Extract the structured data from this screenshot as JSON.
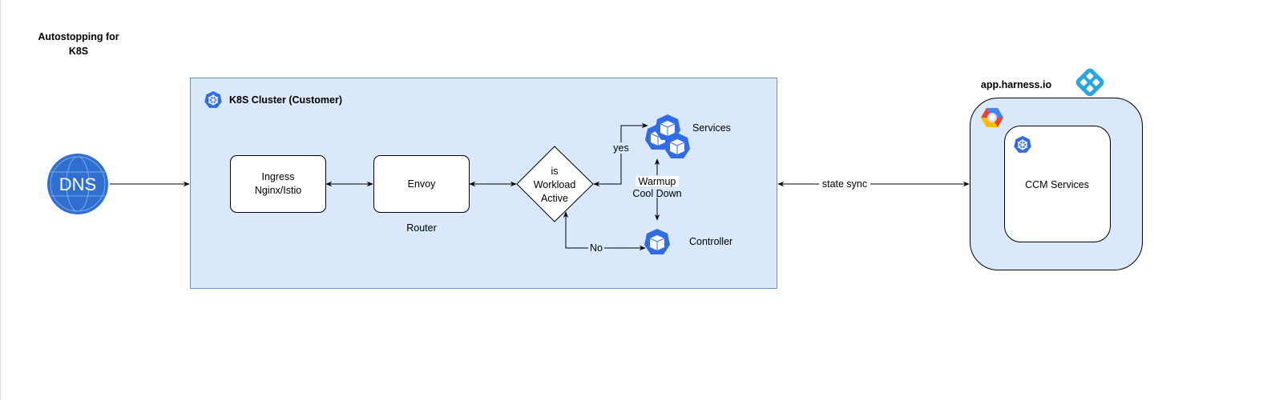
{
  "title": [
    "Autostopping for",
    "K8S"
  ],
  "dns": {
    "label": "DNS"
  },
  "cluster": {
    "title": "K8S Cluster (Customer)",
    "ingress": [
      "Ingress",
      "Nginx/Istio"
    ],
    "envoy": "Envoy",
    "router": "Router",
    "decision": [
      "is",
      "Workload",
      "Active"
    ],
    "yes": "yes",
    "no": "No",
    "services": "Services",
    "controller": "Controller",
    "warmup": "Warmup",
    "cooldown": "Cool Down"
  },
  "link": {
    "state_sync": "state sync"
  },
  "harness": {
    "title": "app.harness.io",
    "ccm": "CCM Services"
  },
  "colors": {
    "container_fill": "#dae8fc",
    "container_stroke": "#6c8ebf",
    "k8s_blue": "#326ce5",
    "dns_blue": "#2f6fd0"
  }
}
